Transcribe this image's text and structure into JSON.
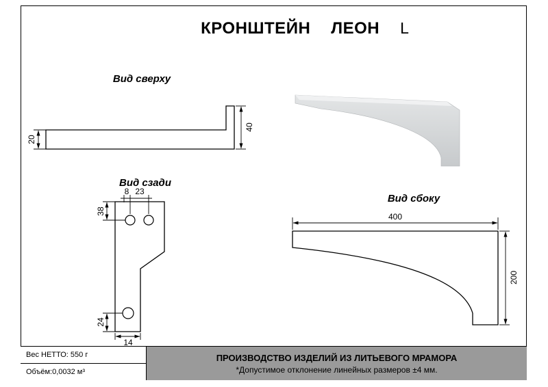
{
  "title": {
    "product": "КРОНШТЕЙН",
    "model": "ЛЕОН",
    "variant": "L"
  },
  "views": {
    "top": {
      "label": "Вид сверху",
      "dims": {
        "bar_depth": "20",
        "end_depth": "40"
      }
    },
    "rear": {
      "label": "Вид сзади",
      "dims": {
        "hole_edge_offset": "8",
        "hole_spacing": "23",
        "top_to_hole": "38",
        "hole_to_bottom": "24",
        "bottom_width": "14"
      }
    },
    "side": {
      "label": "Вид сбоку",
      "dims": {
        "length": "400",
        "height": "200"
      }
    }
  },
  "footer": {
    "net_weight": "Вес НЕТТО: 550 г",
    "volume": "Объём:0,0032 м³",
    "production": "ПРОИЗВОДСТВО ИЗДЕЛИЙ ИЗ ЛИТЬЕВОГО МРАМОРА",
    "tolerance": "*Допустимое отклонение линейных размеров ±4 мм."
  },
  "colors": {
    "line": "#000000",
    "render_fill": "#d6d9da",
    "footer_bg": "#9a9a9a"
  }
}
